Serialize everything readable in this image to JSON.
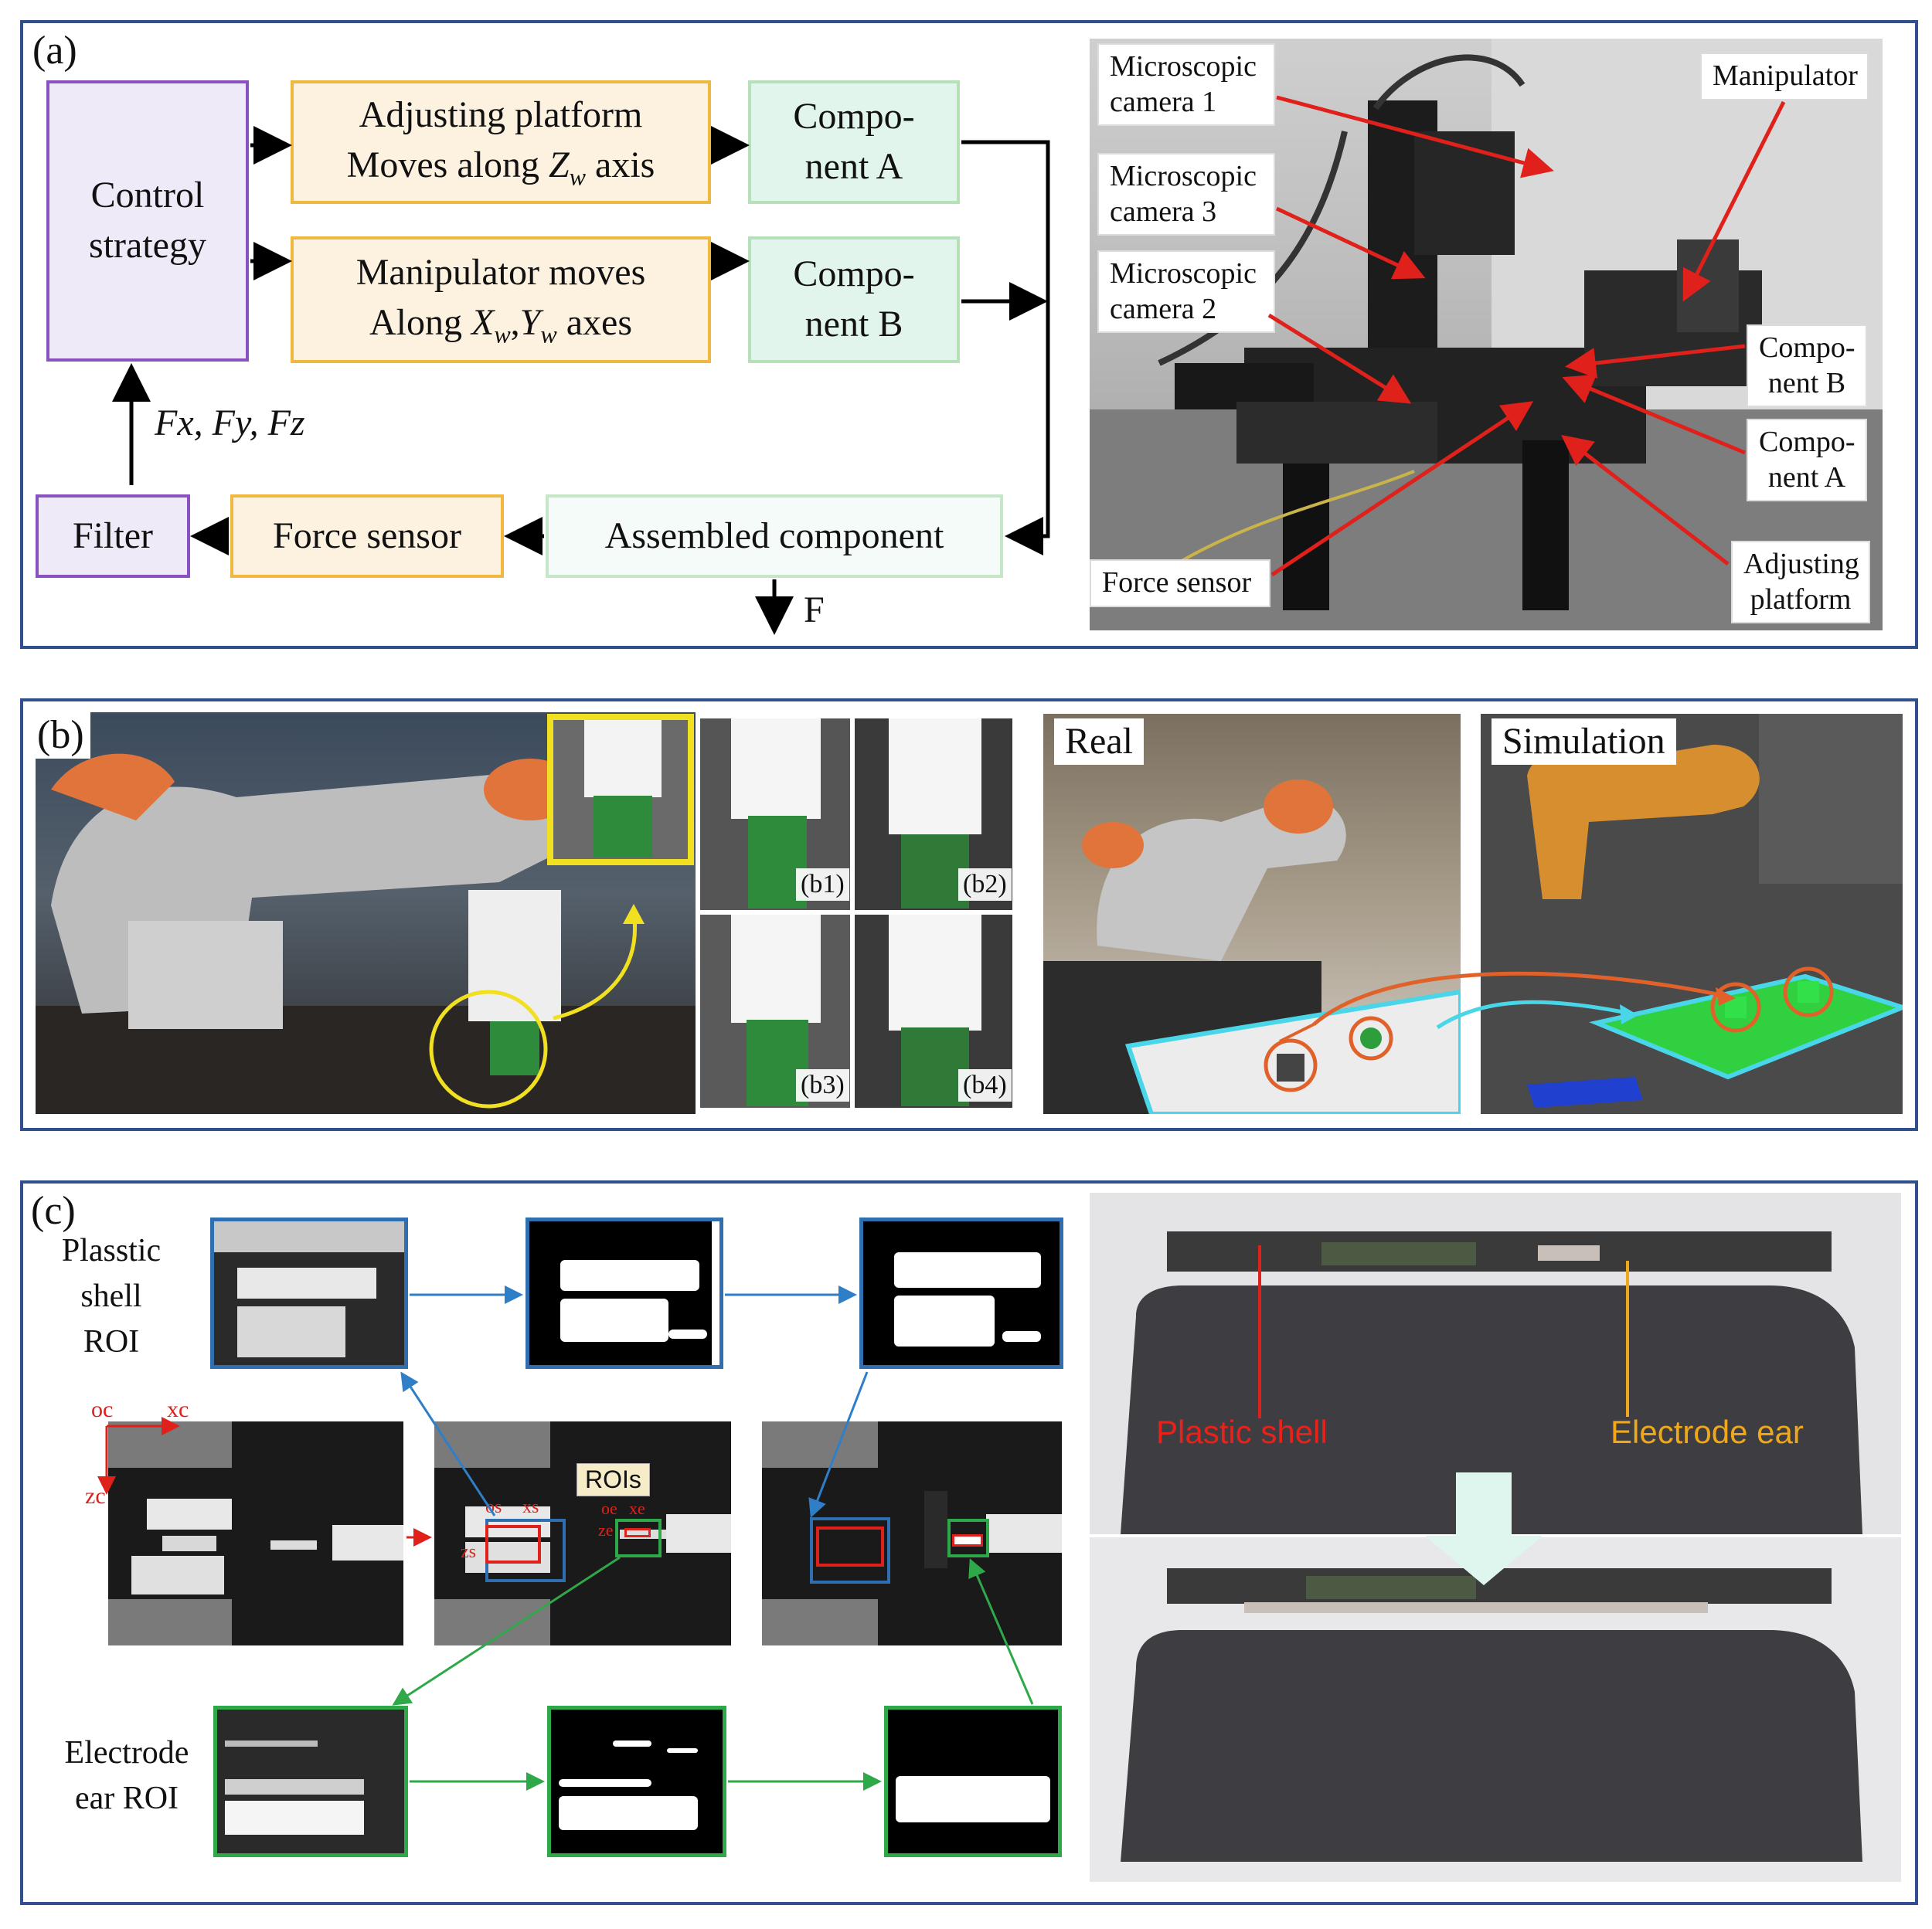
{
  "panel_a": {
    "label": "(a)",
    "control_strategy": "Control\nstrategy",
    "adjusting_platform": "Adjusting platform\nMoves along Z_w axis",
    "adjusting_platform_l1": "Adjusting platform",
    "adjusting_platform_l2": "Moves along ",
    "adjusting_platform_l3": " axis",
    "zw": "Z",
    "zw_sub": "w",
    "manipulator_l1": "Manipulator moves",
    "manipulator_l2": "Along ",
    "xw": "X",
    "xw_sub": "w",
    "comma": ",",
    "yw": "Y",
    "yw_sub": "w",
    "manipulator_l3": " axes",
    "component_a": "Compo-\nnent A",
    "component_b": "Compo-\nnent B",
    "forces": "Fx, Fy, Fz",
    "filter": "Filter",
    "force_sensor": "Force sensor",
    "assembled_component": "Assembled component",
    "f_output": "F",
    "photo_callouts": {
      "cam1": "Microscopic\ncamera 1",
      "cam3": "Microscopic\ncamera 3",
      "cam2": "Microscopic\ncamera 2",
      "manipulator": "Manipulator",
      "comp_b": "Compo-\nnent B",
      "comp_a": "Compo-\nnent A",
      "adj": "Adjusting\nplatform",
      "force": "Force sensor"
    }
  },
  "panel_b": {
    "label": "(b)",
    "sub_labels": [
      "(b1)",
      "(b2)",
      "(b3)",
      "(b4)"
    ],
    "real": "Real",
    "simulation": "Simulation"
  },
  "panel_c": {
    "label": "(c)",
    "plastic_roi": "Plasstic\nshell\nROI",
    "electrode_roi": "Electrode\near ROI",
    "rois": "ROIs",
    "axes": {
      "oc": "oc",
      "xc": "xc",
      "zc": "zc",
      "os": "os",
      "xs": "xs",
      "zs": "zs",
      "oe": "oe",
      "xe": "xe",
      "ze": "ze"
    },
    "plastic_shell": "Plastic shell",
    "electrode_ear": "Electrode ear"
  },
  "colors": {
    "frame": "#2f4f8f",
    "purple": "#8a52c0",
    "orange": "#f0b840",
    "green": "#b6e0b8",
    "red": "#e0201a",
    "blue_arrow": "#2f7fc8",
    "green_arrow": "#2fa84a",
    "label_red": "#e8221a",
    "label_orange": "#f0a818"
  }
}
